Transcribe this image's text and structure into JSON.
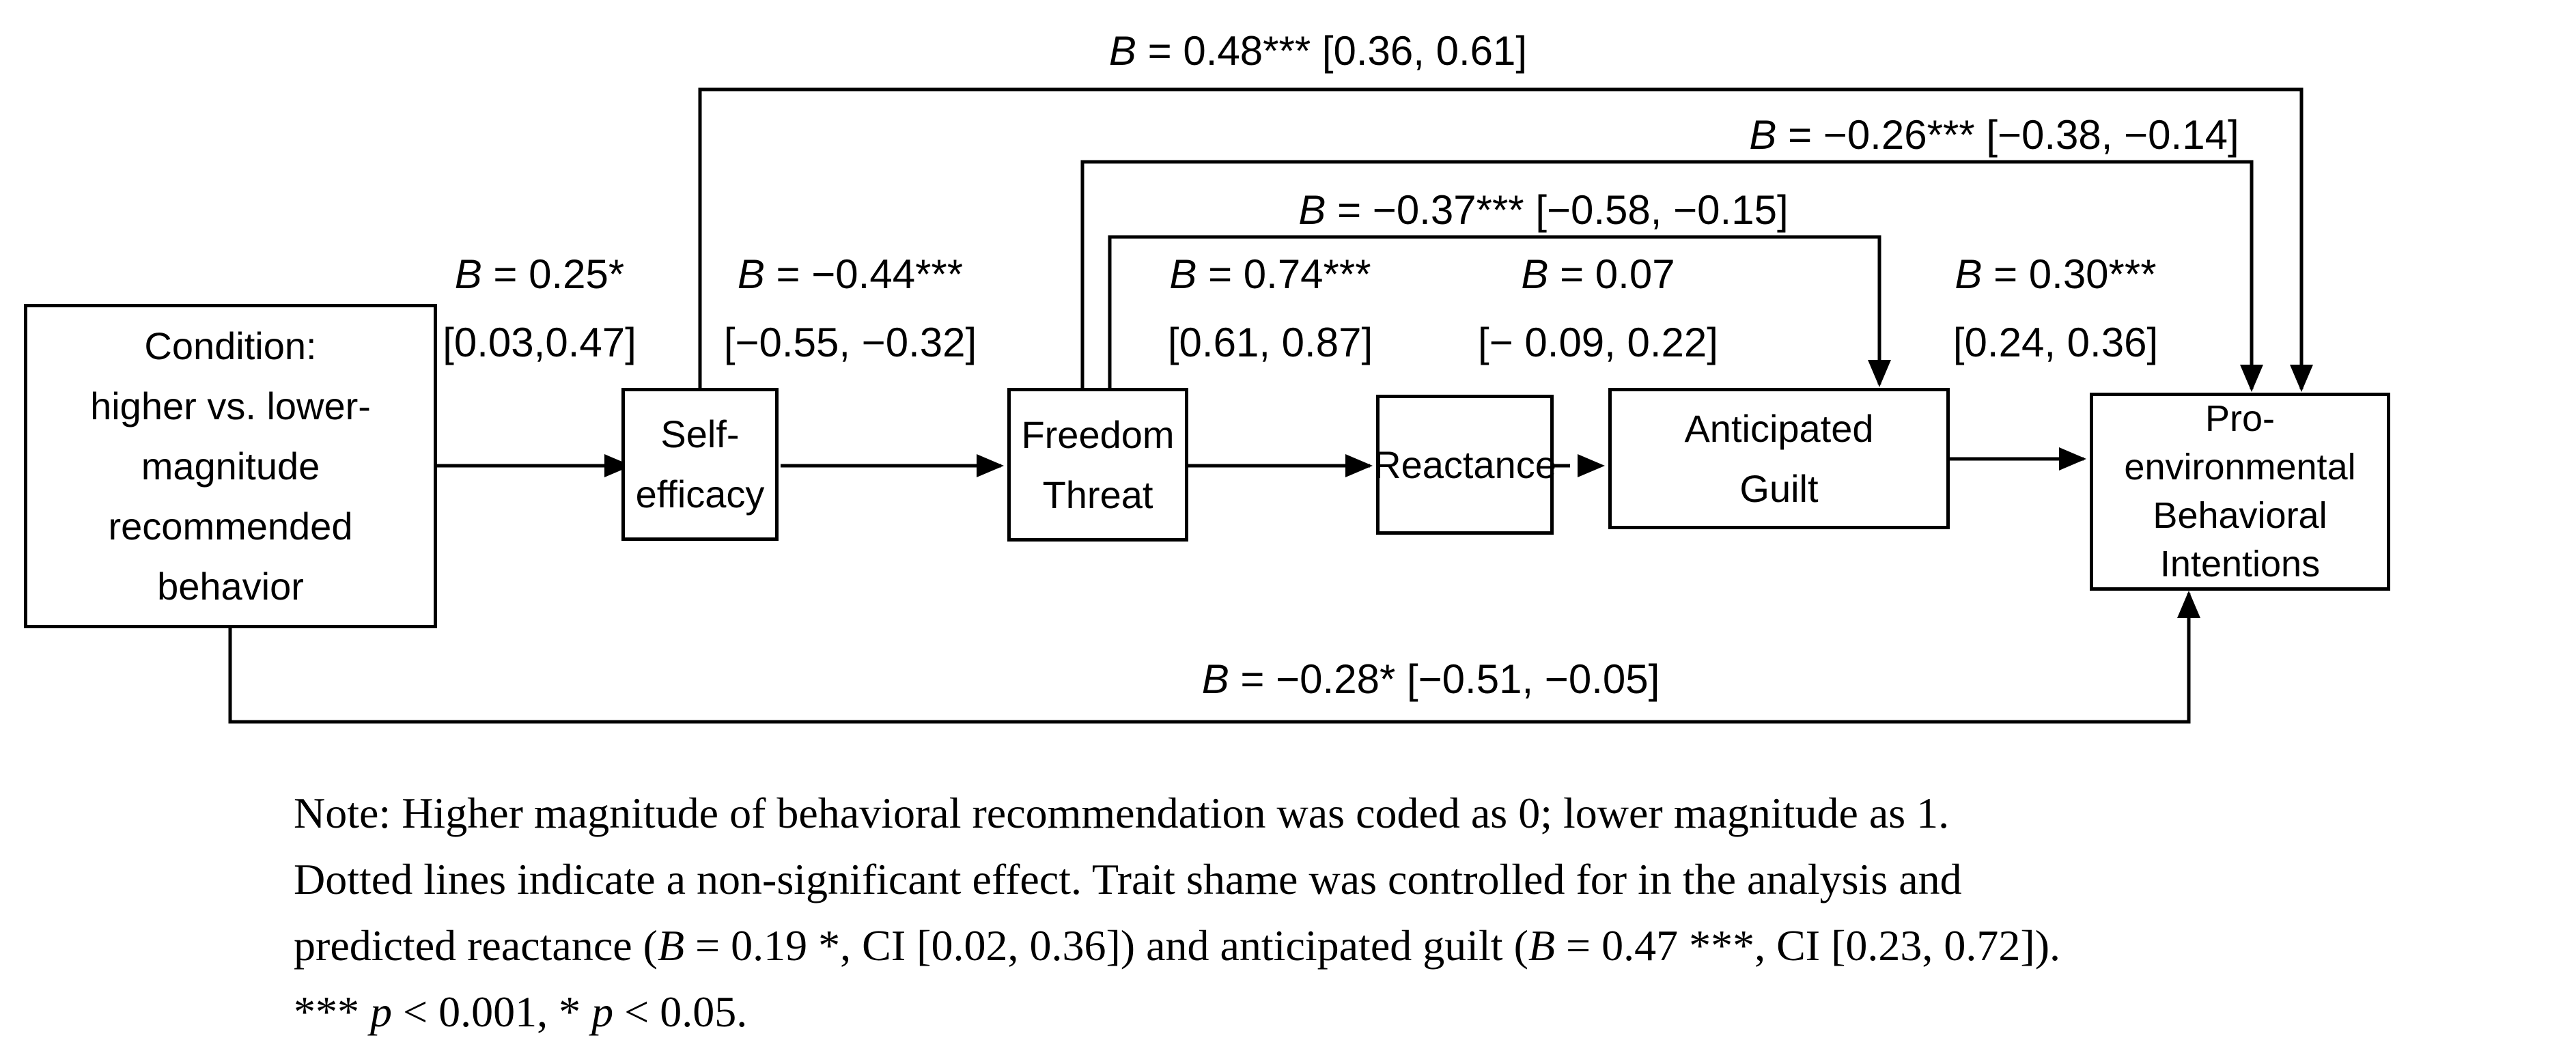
{
  "figure": {
    "title": "Mediation path model: effect of recommended-behavior magnitude on pro-environmental behavioral intentions",
    "nodes": {
      "condition": "Condition:\nhigher vs. lower-\nmagnitude\nrecommended\nbehavior",
      "self_efficacy": "Self-\nefficacy",
      "freedom_threat": "Freedom\nThreat",
      "reactance": "Reactance",
      "anticipated_guilt": "Anticipated\nGuilt",
      "pro_environmental": "Pro-\nenvironmental\nBehavioral\nIntentions"
    },
    "paths": {
      "condition_to_self_efficacy": {
        "b": "B",
        "rest": " = 0.25*",
        "ci": "[0.03,0.47]",
        "line": "solid"
      },
      "self_efficacy_to_freedom_threat": {
        "b": "B",
        "rest": " = −0.44***",
        "ci": "[−0.55, −0.32]",
        "line": "solid"
      },
      "freedom_threat_to_reactance": {
        "b": "B",
        "rest": " = 0.74***",
        "ci": "[0.61, 0.87]",
        "line": "solid"
      },
      "reactance_to_anticipated_guilt": {
        "b": "B",
        "rest": " = 0.07",
        "ci": "[− 0.09, 0.22]",
        "line": "dashed"
      },
      "anticipated_guilt_to_pro_environmental": {
        "b": "B",
        "rest": " = 0.30***",
        "ci": "[0.24, 0.36]",
        "line": "solid"
      },
      "self_efficacy_to_pro_environmental": {
        "b": "B",
        "rest": " = 0.48*** [0.36, 0.61]",
        "line": "solid"
      },
      "freedom_threat_to_pro_environmental": {
        "b": "B",
        "rest": " = −0.26*** [−0.38, −0.14]",
        "line": "solid"
      },
      "freedom_threat_to_anticipated_guilt": {
        "b": "B",
        "rest": " = −0.37*** [−0.58, −0.15]",
        "line": "solid"
      },
      "condition_to_pro_environmental": {
        "b": "B",
        "rest": " = −0.28* [−0.51, −0.05]",
        "line": "solid"
      }
    },
    "note": {
      "lines": [
        [
          {
            "t": "Note: Higher magnitude of behavioral recommendation was coded as 0; lower magnitude as 1."
          }
        ],
        [
          {
            "t": "Dotted lines indicate a non-significant effect. Trait shame was controlled for in the analysis and"
          }
        ],
        [
          {
            "t": "predicted reactance ("
          },
          {
            "t": "B",
            "i": true
          },
          {
            "t": " = 0.19 *, CI [0.02, 0.36]) and anticipated guilt ("
          },
          {
            "t": "B",
            "i": true
          },
          {
            "t": " = 0.47 ***, CI [0.23, 0.72])."
          }
        ],
        [
          {
            "t": "*** "
          },
          {
            "t": "p",
            "i": true
          },
          {
            "t": " < 0.001, * "
          },
          {
            "t": "p",
            "i": true
          },
          {
            "t": " < 0.05."
          }
        ]
      ]
    },
    "colors": {
      "ink": "#000000",
      "background": "#ffffff"
    }
  }
}
